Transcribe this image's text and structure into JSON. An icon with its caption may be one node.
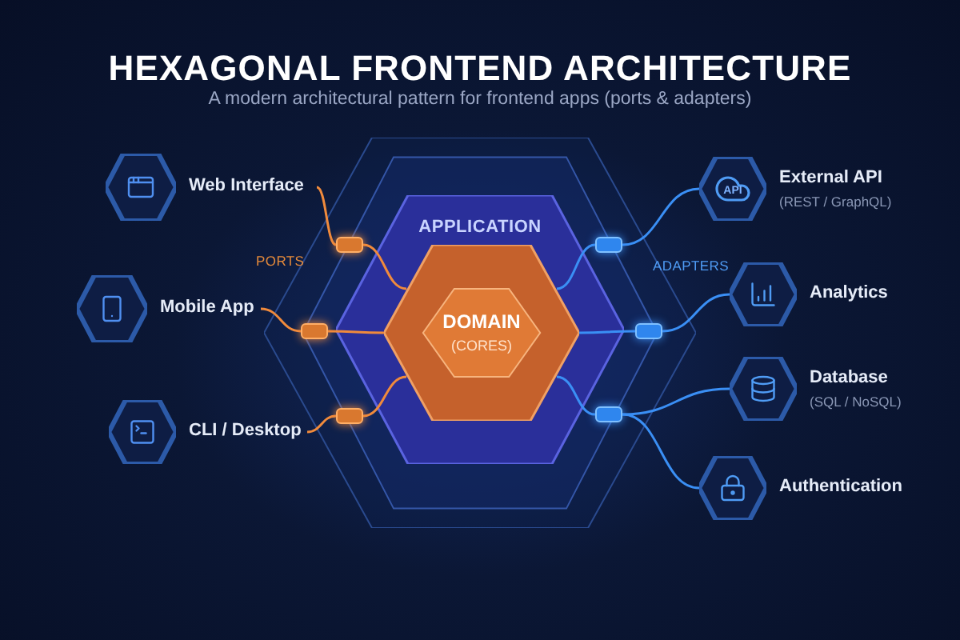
{
  "diagram": {
    "title": "HEXAGONAL FRONTEND ARCHITECTURE",
    "caption": "A modern architectural pattern for frontend apps (ports & adapters)",
    "nodes": [
      {
        "text": [
          "APPLICATION"
        ]
      },
      {
        "text": [
          "DOMAIN",
          "(CORES)"
        ],
        "in": 0
      },
      {
        "text": [
          "Web Interface"
        ]
      },
      {
        "text": [
          "Mobile App"
        ]
      },
      {
        "text": [
          "CLI / Desktop"
        ]
      },
      {
        "text": [
          "API",
          "External API",
          "(REST / GraphQL)"
        ]
      },
      {
        "text": [
          "Analytics"
        ]
      },
      {
        "text": [
          "Database",
          "(SQL / NoSQL)"
        ]
      },
      {
        "text": [
          "Authentication"
        ]
      },
      {
        "text": [],
        "shape": "bar"
      },
      {
        "text": [],
        "shape": "bar"
      },
      {
        "text": [],
        "shape": "bar"
      },
      {
        "text": [],
        "shape": "bar"
      },
      {
        "text": [],
        "shape": "bar"
      },
      {
        "text": [],
        "shape": "bar"
      }
    ],
    "edges": [
      {
        "from": 2,
        "to": 9,
        "arrow": "none",
        "color": "#f08a3c"
      },
      {
        "from": 9,
        "to": 1,
        "arrow": "none",
        "color": "#f08a3c"
      },
      {
        "from": 3,
        "to": 10,
        "arrow": "none",
        "color": "#f08a3c"
      },
      {
        "from": 10,
        "to": 1,
        "arrow": "none",
        "color": "#f08a3c"
      },
      {
        "from": 4,
        "to": 11,
        "arrow": "none",
        "color": "#f08a3c"
      },
      {
        "from": 11,
        "to": 1,
        "arrow": "none",
        "color": "#f08a3c"
      },
      {
        "from": 1,
        "to": 12,
        "arrow": "none"
      },
      {
        "from": 12,
        "to": 5,
        "arrow": "none"
      },
      {
        "from": 1,
        "to": 13,
        "arrow": "none"
      },
      {
        "from": 13,
        "to": 6,
        "arrow": "none"
      },
      {
        "from": 1,
        "to": 14,
        "arrow": "none"
      },
      {
        "from": 14,
        "to": 7,
        "arrow": "none"
      },
      {
        "from": 14,
        "to": 8,
        "arrow": "none"
      }
    ],
    "labels": [
      "PORTS",
      "ADAPTERS"
    ]
  }
}
